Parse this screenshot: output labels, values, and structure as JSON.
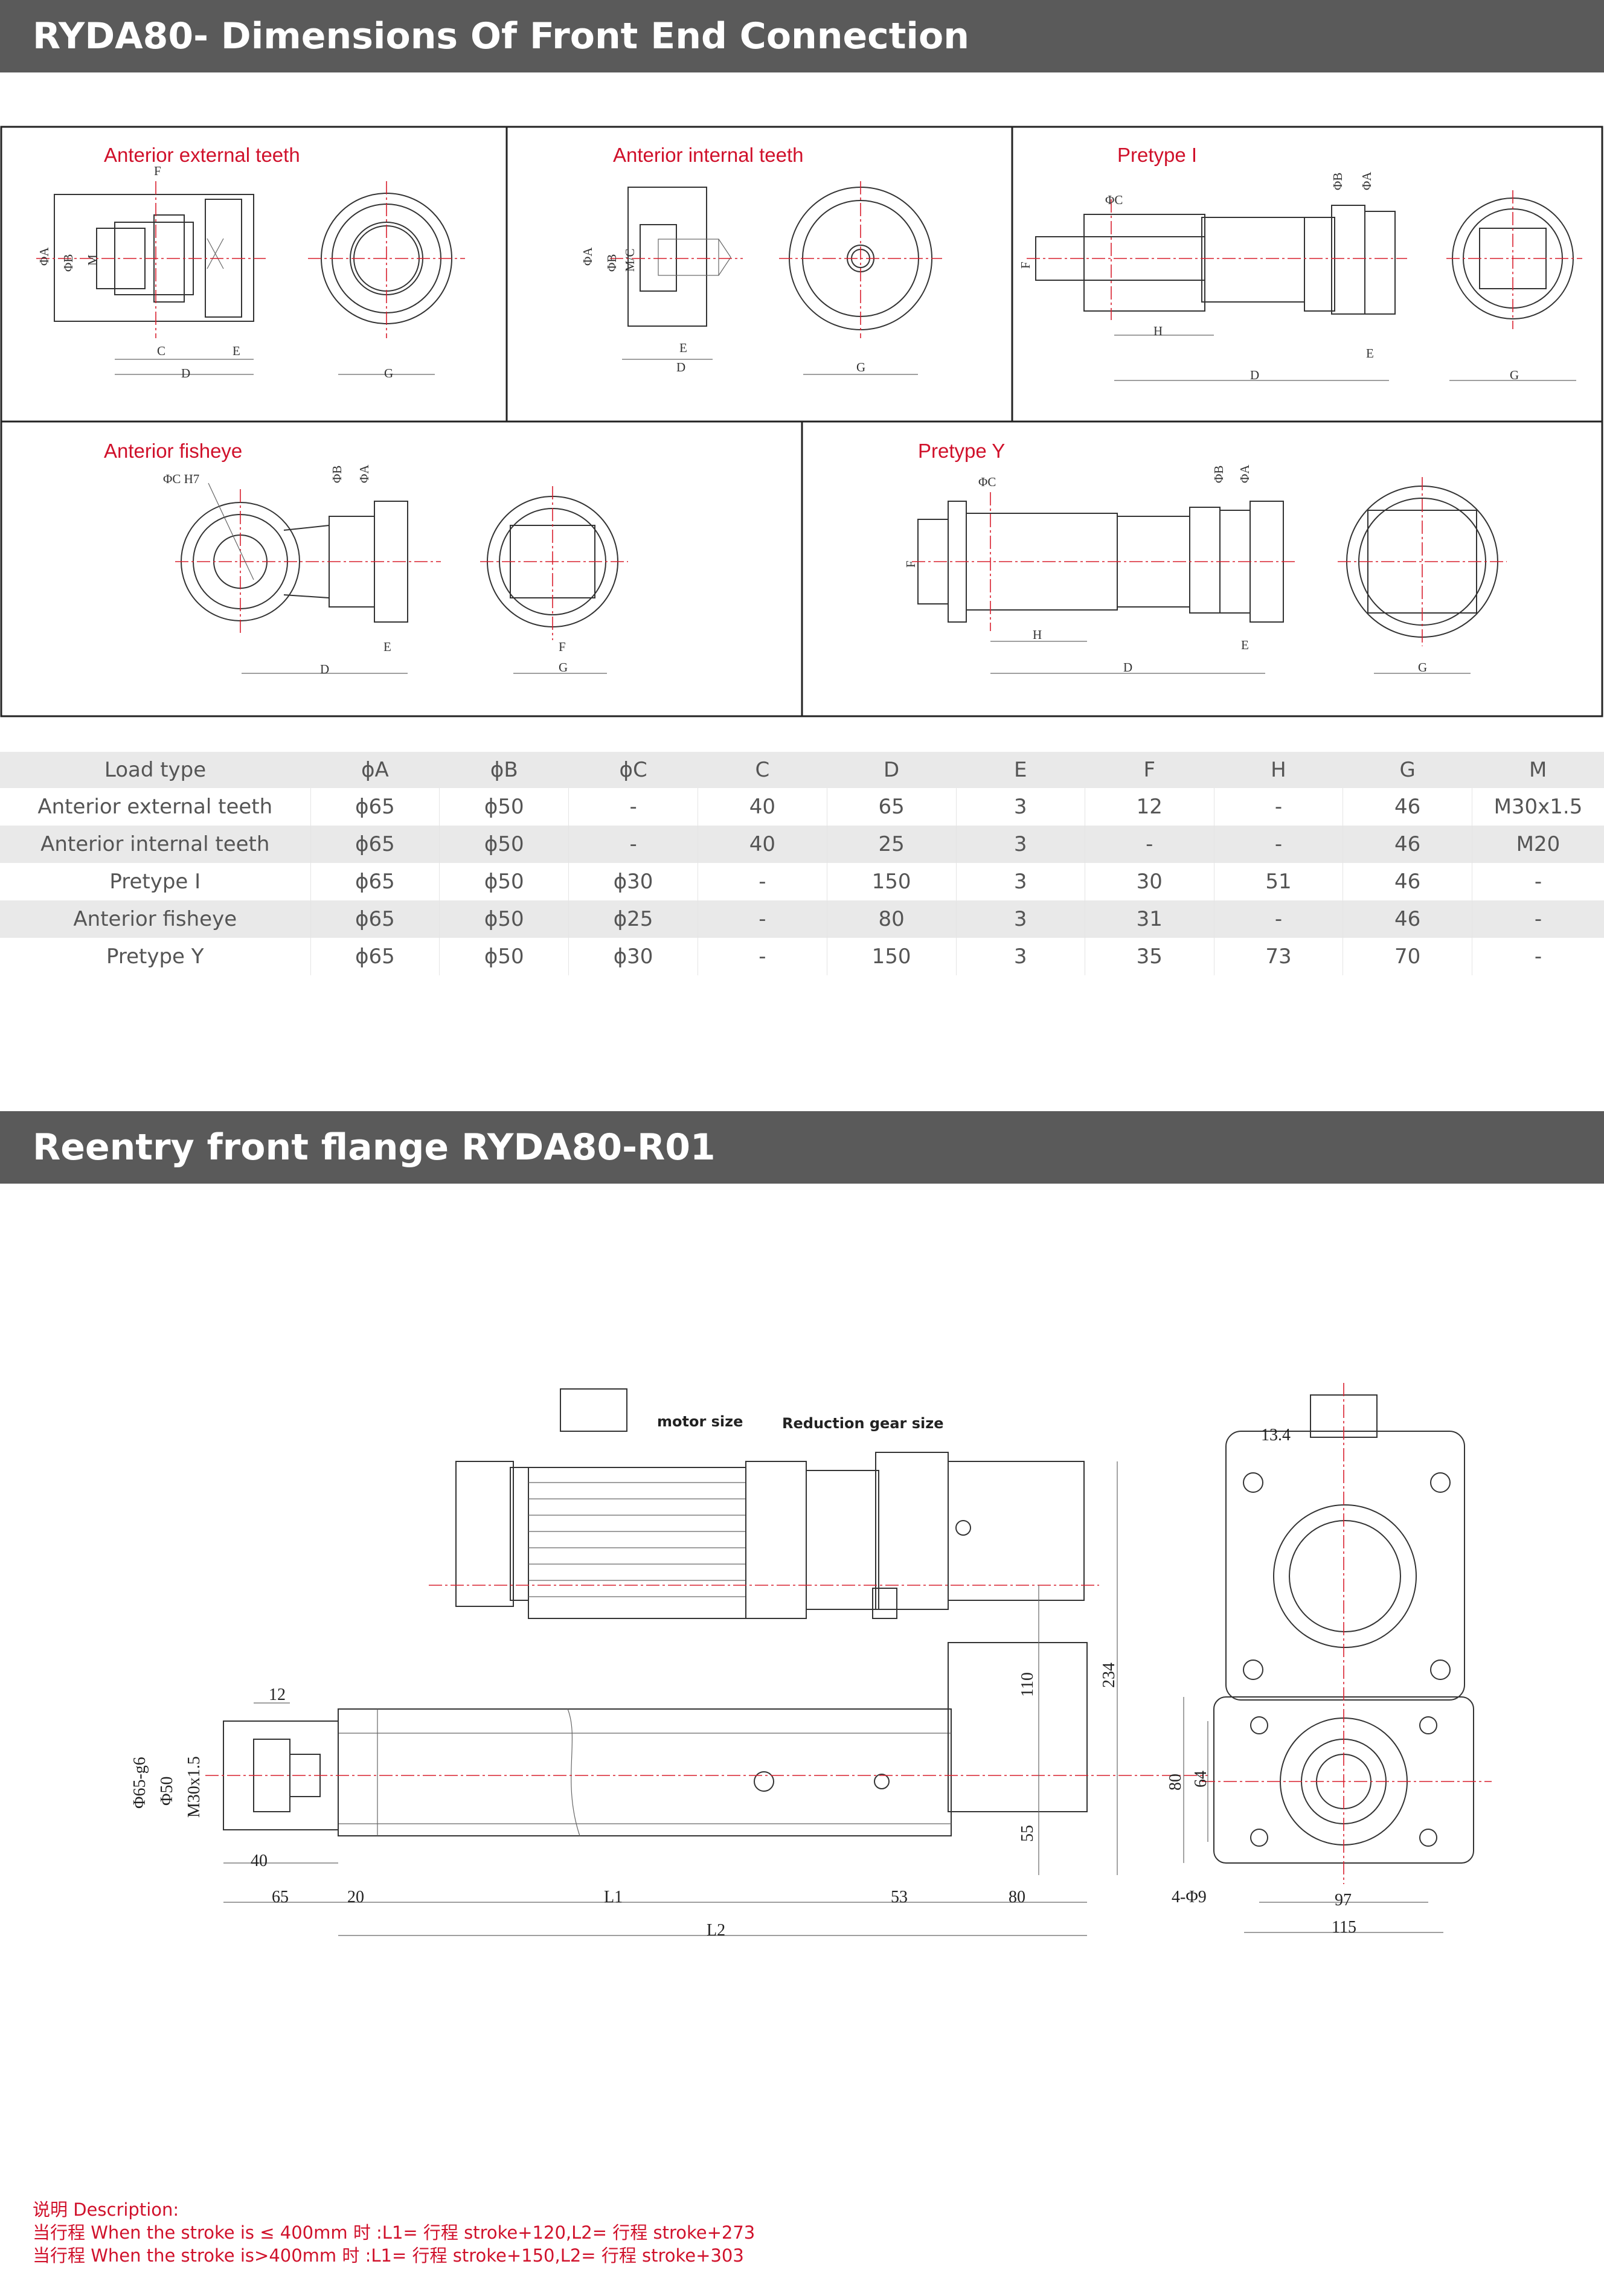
{
  "section1": {
    "title": "RYDA80- Dimensions Of Front End Connection"
  },
  "panels": {
    "ext_teeth": {
      "title": "Anterior external teeth"
    },
    "int_teeth": {
      "title": "Anterior internal teeth"
    },
    "pretype_i": {
      "title": "Pretype I"
    },
    "fisheye": {
      "title": "Anterior fisheye"
    },
    "pretype_y": {
      "title": "Pretype Y"
    }
  },
  "table": {
    "headers": [
      "Load type",
      "ϕA",
      "ϕB",
      "ϕC",
      "C",
      "D",
      "E",
      "F",
      "H",
      "G",
      "M"
    ],
    "rows": [
      [
        "Anterior external teeth",
        "ϕ65",
        "ϕ50",
        "-",
        "40",
        "65",
        "3",
        "12",
        "-",
        "46",
        "M30x1.5"
      ],
      [
        "Anterior internal teeth",
        "ϕ65",
        "ϕ50",
        "-",
        "40",
        "25",
        "3",
        "-",
        "-",
        "46",
        "M20"
      ],
      [
        "Pretype I",
        "ϕ65",
        "ϕ50",
        "ϕ30",
        "-",
        "150",
        "3",
        "30",
        "51",
        "46",
        "-"
      ],
      [
        "Anterior fisheye",
        "ϕ65",
        "ϕ50",
        "ϕ25",
        "-",
        "80",
        "3",
        "31",
        "-",
        "46",
        "-"
      ],
      [
        "Pretype Y",
        "ϕ65",
        "ϕ50",
        "ϕ30",
        "-",
        "150",
        "3",
        "35",
        "73",
        "70",
        "-"
      ]
    ]
  },
  "section2": {
    "title": "Reentry front flange RYDA80-R01"
  },
  "drawing": {
    "motor_size": "motor size",
    "gear_size": "Reduction gear size",
    "dims": {
      "d12": "12",
      "d40": "40",
      "d65": "65",
      "d20": "20",
      "dL1": "L1",
      "d53": "53",
      "d80": "80",
      "dL2": "L2",
      "d110": "110",
      "d55": "55",
      "d234": "234",
      "phi65": "Φ65-g6",
      "phi50": "Φ50",
      "m30": "M30x1.5",
      "d134": "13.4",
      "d80v": "80",
      "d64": "64",
      "holes": "4-Φ9",
      "d97": "97",
      "d115": "115"
    }
  },
  "description": {
    "heading": "说明 Description:",
    "line1": "当行程 When the stroke is ≤ 400mm 时 :L1= 行程 stroke+120,L2= 行程 stroke+273",
    "line2": "当行程 When the stroke is>400mm 时 :L1= 行程 stroke+150,L2= 行程 stroke+303"
  }
}
